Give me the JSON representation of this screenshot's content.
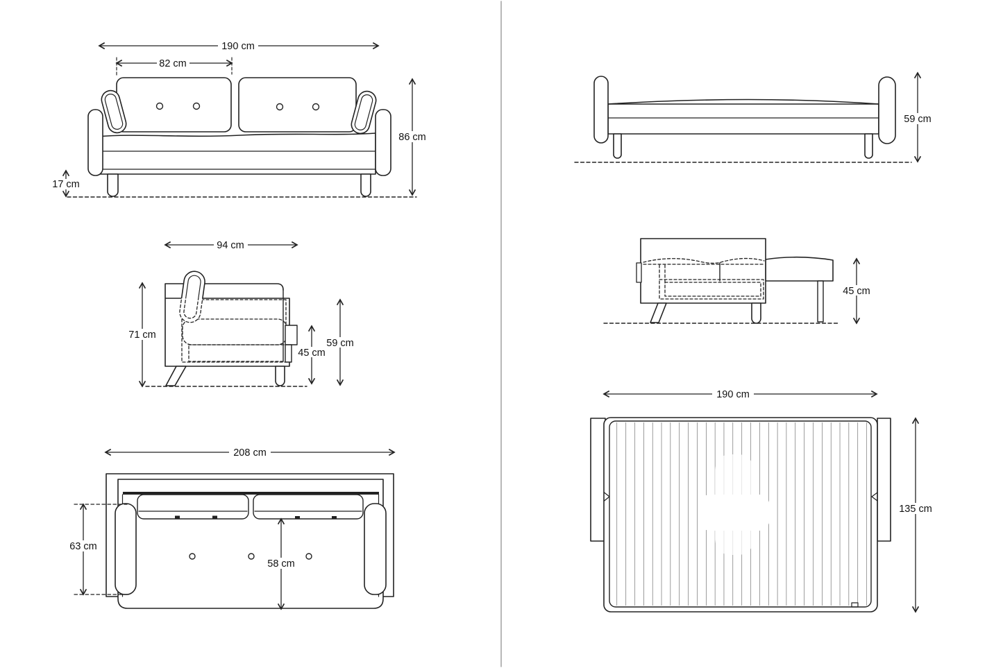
{
  "labels": {
    "front": {
      "width": "190 cm",
      "cushion_width": "82 cm",
      "height": "86 cm",
      "leg_height": "17 cm"
    },
    "back_bed": {
      "height": "59 cm"
    },
    "side": {
      "depth": "94 cm",
      "total_height": "71 cm",
      "seat_height": "45 cm",
      "bed_height": "59 cm"
    },
    "bed_side": {
      "seat_height": "45 cm"
    },
    "top": {
      "width": "208 cm",
      "arm_depth": "63 cm",
      "seat_depth": "58 cm"
    },
    "bed_top": {
      "width": "190 cm",
      "depth": "135 cm"
    }
  },
  "colors": {
    "line": "#222222",
    "divider": "#999999",
    "background": "#ffffff",
    "text": "#111111"
  }
}
